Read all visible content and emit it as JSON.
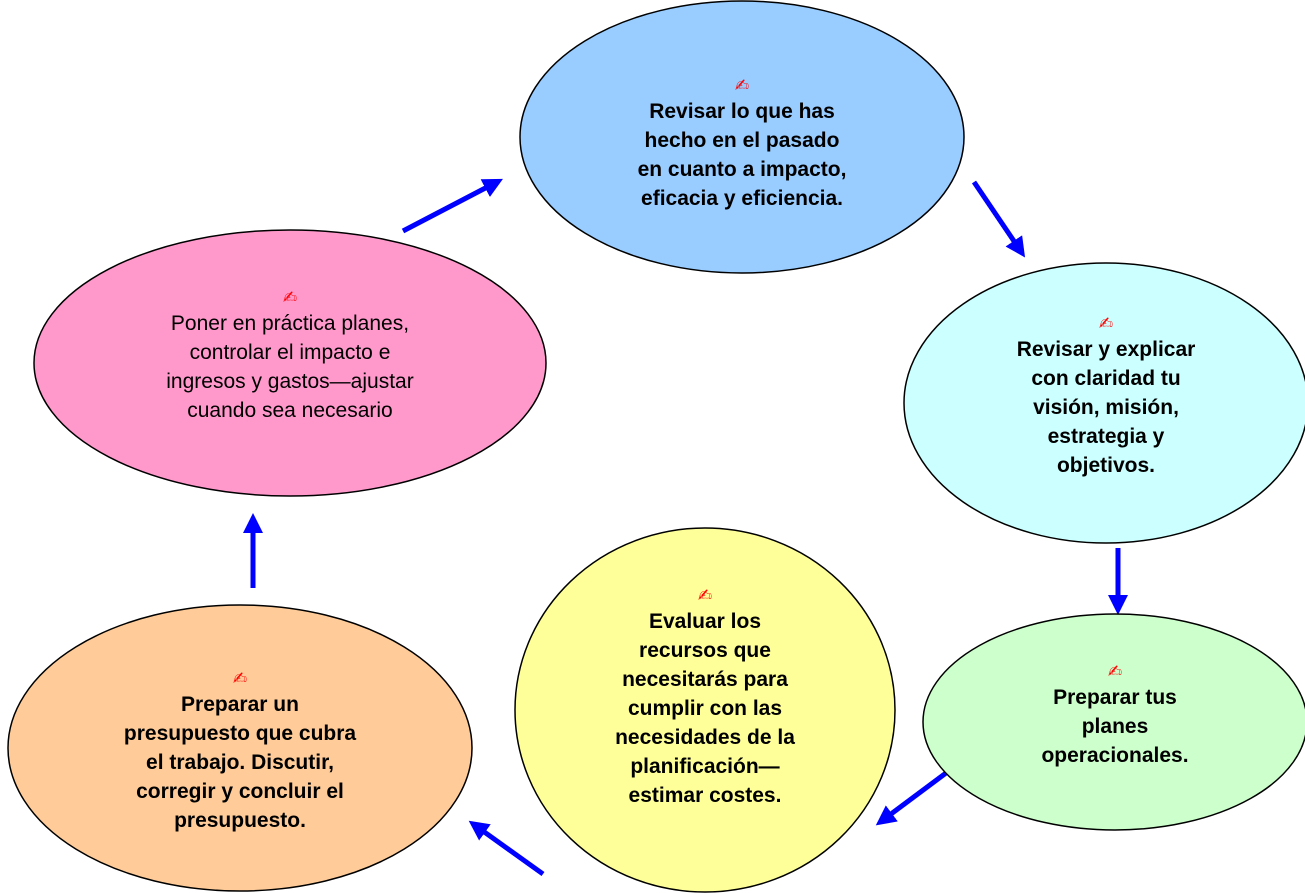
{
  "colors": {
    "arrow": "#0000ff",
    "outline": "#000000",
    "pencil": "#ff0000"
  },
  "pencil_glyph": "✍",
  "nodes": [
    {
      "id": "review-past",
      "text": "Revisar lo que has\nhecho en el pasado\nen cuanto a impacto,\neficacia y eficiencia.",
      "bold": true,
      "fill": "#99ccff"
    },
    {
      "id": "vision-mission",
      "text": "Revisar y explicar\ncon claridad tu\nvisión, misión,\nestrategia y\nobjetivos.",
      "bold": true,
      "fill": "#ccffff"
    },
    {
      "id": "operational-plans",
      "text": "Preparar tus\nplanes\noperacionales.",
      "bold": true,
      "fill": "#ccffcc"
    },
    {
      "id": "evaluate-resources",
      "text": "Evaluar los\nrecursos que\nnecesitarás para\ncumplir con las\nnecesidades de la\nplanificación—\nestimar costes.",
      "bold": true,
      "fill": "#ffff99"
    },
    {
      "id": "prepare-budget",
      "text": "Preparar un\npresupuesto que cubra\nel trabajo. Discutir,\ncorregir y concluir el\npresupuesto.",
      "bold": true,
      "fill": "#ffcc99"
    },
    {
      "id": "implement-plans",
      "text": "Poner en práctica planes,\ncontrolar el impacto e\ningresos y gastos—ajustar\ncuando sea necesario",
      "bold": false,
      "fill": "#ff99cc"
    }
  ],
  "edges": [
    {
      "from": "review-past",
      "to": "vision-mission"
    },
    {
      "from": "vision-mission",
      "to": "operational-plans"
    },
    {
      "from": "operational-plans",
      "to": "evaluate-resources"
    },
    {
      "from": "evaluate-resources",
      "to": "prepare-budget"
    },
    {
      "from": "prepare-budget",
      "to": "implement-plans"
    },
    {
      "from": "implement-plans",
      "to": "review-past"
    }
  ]
}
